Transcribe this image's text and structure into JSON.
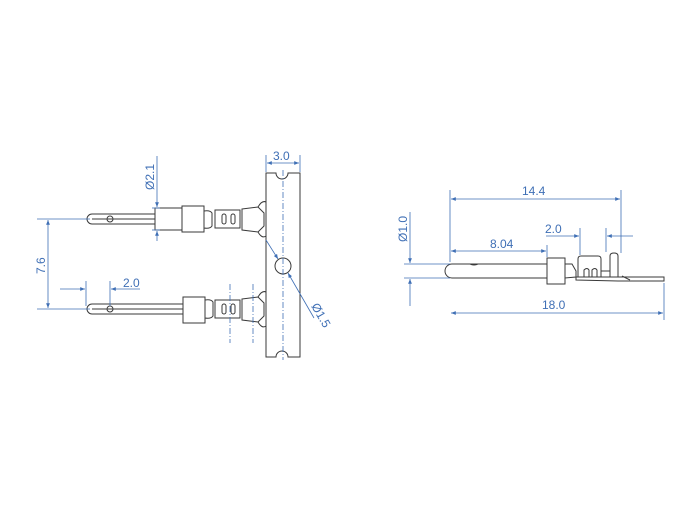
{
  "drawing": {
    "colors": {
      "dimension": "#3f6fb5",
      "outline": "#3a3a3a",
      "background": "#ffffff"
    },
    "left_view": {
      "dimensions": {
        "carrier_width": "3.0",
        "crimp_diameter": "Ø2.1",
        "pitch": "7.6",
        "hole_offset": "2.0",
        "carrier_hole_diameter": "Ø1.5"
      }
    },
    "right_view": {
      "dimensions": {
        "length_to_crimp": "14.4",
        "pin_diameter": "Ø1.0",
        "pin_length": "8.04",
        "crimp_width": "2.0",
        "overall_length": "18.0"
      }
    }
  }
}
